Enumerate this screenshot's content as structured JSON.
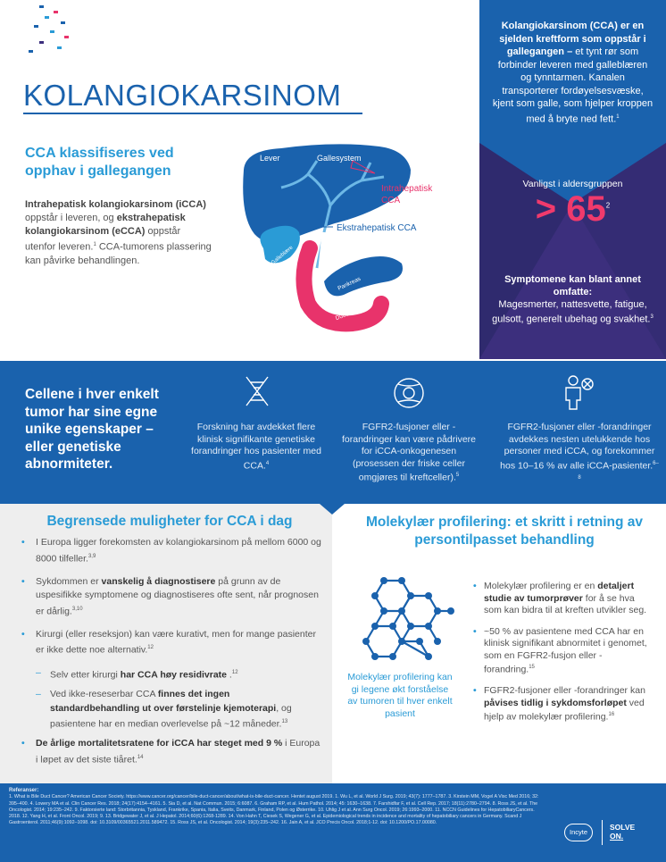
{
  "title": "KOLANGIOKARSINOM",
  "classification": {
    "heading": "CCA klassifiseres ved opphav i gallegangen",
    "body_parts": [
      {
        "t": "Intrahepatisk kolangiokarsinom (iCCA)",
        "b": true
      },
      {
        "t": " oppstår i leveren, og ",
        "b": false
      },
      {
        "t": "ekstrahepatisk kolangiokarsinom (eCCA)",
        "b": true
      },
      {
        "t": " oppstår utenfor leveren.",
        "b": false
      }
    ],
    "ref": "1",
    "body_tail": "CCA-tumorens plassering kan påvirke behandlingen."
  },
  "diagram": {
    "lever": "Lever",
    "gallesystem": "Gallesystem",
    "intrahepatic_1": "Intrahepatisk",
    "intrahepatic_2": "CCA",
    "extrahepatic": "Ekstrahepatisk CCA",
    "gallblaere": "Galleblære",
    "pankreas": "Pankreas",
    "duodenum": "Duodenum"
  },
  "panel": {
    "intro_bold": "Kolangiokarsinom (CCA) er en sjelden kreftform som oppstår i gallegangen –",
    "intro_rest": "et tynt rør som forbinder leveren med galleblæren og tynntarmen. Kanalen transporterer fordøyelsesvæske, kjent som galle, som hjelper kroppen med å bryte ned fett.",
    "intro_ref": "1",
    "age_label": "Vanligst i aldersgruppen",
    "age_value": "> 65",
    "age_ref": "2",
    "symptoms_head": "Symptomene kan blant annet omfatte:",
    "symptoms_body": "Magesmerter, nattesvette, fatigue, gulsott, generelt ubehag og svakhet.",
    "symptoms_ref": "3"
  },
  "band": {
    "heading": "Cellene i hver enkelt tumor har sine egne unike egenskaper – eller genetiske abnormiteter.",
    "cols": [
      {
        "text": "Forskning har avdekket flere klinisk signifikante genetiske forandringer hos pasienter med CCA.",
        "ref": "4",
        "icon": "dna-icon"
      },
      {
        "text": "FGFR2-fusjoner eller -forandringer kan være pådrivere for iCCA-onkogenesen (prosessen der friske celler omgjøres til kreftceller).",
        "ref": "5",
        "icon": "molecule-icon"
      },
      {
        "text": "FGFR2-fusjoner eller -forandringer avdekkes nesten utelukkende hos personer med iCCA, og forekommer hos 10–16 % av alle iCCA-pasienter.",
        "ref": "6–8",
        "icon": "person-gene-icon"
      }
    ]
  },
  "limited": {
    "heading": "Begrensede muligheter for CCA i dag",
    "items": [
      {
        "kind": "item",
        "parts": [
          {
            "t": "I Europa ligger forekomsten av kolangiokarsinom på mellom 6000 og 8000 tilfeller.",
            "b": false
          }
        ],
        "ref": "3,9"
      },
      {
        "kind": "item",
        "parts": [
          {
            "t": "Sykdommen er ",
            "b": false
          },
          {
            "t": "vanskelig å diagnostisere",
            "b": true
          },
          {
            "t": " på grunn av de uspesifikke symptomene og diagnostiseres ofte sent, når prognosen er dårlig.",
            "b": false
          }
        ],
        "ref": "3,10"
      },
      {
        "kind": "item",
        "parts": [
          {
            "t": "Kirurgi (eller reseksjon) kan være kurativt, men for mange pasienter er ikke dette noe alternativ.",
            "b": false
          }
        ],
        "ref": "12"
      },
      {
        "kind": "sub",
        "parts": [
          {
            "t": "Selv etter kirurgi ",
            "b": false
          },
          {
            "t": "har CCA høy residivrate",
            "b": true
          },
          {
            "t": " .",
            "b": false
          }
        ],
        "ref": "12"
      },
      {
        "kind": "sub",
        "parts": [
          {
            "t": "Ved ikke-reseserbar CCA ",
            "b": false
          },
          {
            "t": "finnes det ingen standardbehandling ut over førstelinje kjemoterapi",
            "b": true
          },
          {
            "t": ", og pasientene har en median overlevelse på ~12 måneder.",
            "b": false
          }
        ],
        "ref": "13"
      },
      {
        "kind": "item",
        "parts": [
          {
            "t": "De årlige mortalitetsratene for iCCA har steget med 9 %",
            "b": true
          },
          {
            "t": " i Europa i løpet av det siste tiåret.",
            "b": false
          }
        ],
        "ref": "14"
      }
    ]
  },
  "profiling": {
    "heading": "Molekylær profilering: et skritt i retning av persontilpasset behandling",
    "caption": "Molekylær profilering kan gi legene økt forståelse av tumoren til hver enkelt pasient",
    "items": [
      {
        "parts": [
          {
            "t": "Molekylær profilering er en ",
            "b": false
          },
          {
            "t": "detaljert studie av tumorprøver",
            "b": true
          },
          {
            "t": " for å se hva som kan bidra til at kreften utvikler seg.",
            "b": false
          }
        ],
        "ref": ""
      },
      {
        "parts": [
          {
            "t": "~50 % av pasientene med CCA har en klinisk signifikant abnormitet i genomet, som en FGFR2-fusjon eller -forandring.",
            "b": false
          }
        ],
        "ref": "15"
      },
      {
        "parts": [
          {
            "t": "FGFR2-fusjoner eller -forandringer kan ",
            "b": false
          },
          {
            "t": "påvises tidlig i sykdomsforløpet",
            "b": true
          },
          {
            "t": " ved hjelp av molekylær profilering.",
            "b": false
          }
        ],
        "ref": "16"
      }
    ]
  },
  "footer": {
    "refs_head": "Referanser:",
    "refs": "1. What is Bile Duct Cancer? American Cancer Society. https://www.cancer.org/cancer/bile-duct-cancer/about/what-is-bile-duct-cancer. Hentet august 2019. 1. Wu L, et al. World J Surg. 2019; 43(7): 1777–1787. 3. Kirstein MM, Vogel A Visc Med 2016; 32: 395–400. 4. Lowery MA et al. Clin Cancer Res. 2018; 24(17):4154–4161. 5. Sia D, et al. Nat Commun. 2015; 6:6087. 6. Graham RP, et al. Hum Pathol. 2014; 45: 1630–1638. 7. Farshidfar F, et al. Cell Rep. 2017; 18(11):2780–2794. 8. Ross JS, et al. The Oncologist. 2014; 19:235–242. 9. Faktorsierte land: Storbritannia, Tyskland, Frankrike, Spania, Italia, Sveits, Danmark, Finland, Polen og Østerrike. 10. Uhlig J et al. Ann Surg Oncol. 2019; 26:1993–2000. 11. NCCN Guidelines for HepatobiliaryCancers. 2018. 12. Yang H, et al. Front Oncol. 2019; 9. 13. Bridgewater J, et al. J Hepatol. 2014;60(6):1268-1289. 14. Von Hahn T, Ciesek S, Wegener G, et al. Epidemiological trends in incidence and mortality of hepatobiliary cancers in Germany. Scand J Gastroenterol. 2011;46(9):1092–1098. doi: 10.3109/00365521.2011.589472. 15. Ross JS, et al. Oncologist. 2014; 19(3):235–242. 16. Jain A, et al. JCO Precis Oncol. 2018;1-12. doi: 10.1200/PO.17.00080.",
    "logo_incyte": "Incyte",
    "logo_solve_1": "SOLVE",
    "logo_solve_2": "ON."
  },
  "colors": {
    "brand_blue": "#1a62ad",
    "accent_cyan": "#2a9bd6",
    "accent_pink": "#e8336b",
    "panel_purple": "#3c2f7d"
  }
}
